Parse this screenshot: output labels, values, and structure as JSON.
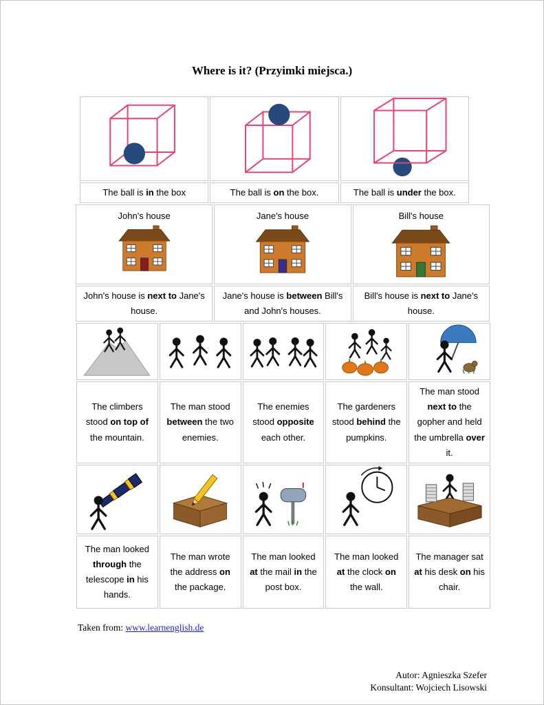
{
  "title": "Where is it? (Przyimki miejsca.)",
  "colors": {
    "cube": "#ee3e6e",
    "ball": "#26497e",
    "wall": "#cd7a2b",
    "roof": "#7a4a1a",
    "door_john": "#8b1a1a",
    "door_jane": "#3a2b8b",
    "door_bill": "#2f7d32",
    "mountain": "#c8c8c8",
    "pumpkin": "#e07818",
    "umbrella": "#3a7abf",
    "pencil": "#f2c522",
    "mailbox": "#93a5bb",
    "grass": "#2e8b2e",
    "link": "#2222cc"
  },
  "rows": [
    {
      "cells": [
        {
          "image": "ball-in-box",
          "caption": [
            {
              "t": "The ball is "
            },
            {
              "t": "in",
              "b": true
            },
            {
              "t": " the box"
            }
          ]
        },
        {
          "image": "ball-on-box",
          "caption": [
            {
              "t": "The ball is "
            },
            {
              "t": "on",
              "b": true
            },
            {
              "t": " the box."
            }
          ]
        },
        {
          "image": "ball-under-box",
          "caption": [
            {
              "t": "The ball is "
            },
            {
              "t": "under",
              "b": true
            },
            {
              "t": " the box."
            }
          ]
        }
      ]
    },
    {
      "cells": [
        {
          "label": "John's house",
          "image": "johns-house",
          "caption": [
            {
              "t": "John's house is "
            },
            {
              "t": "next to",
              "b": true
            },
            {
              "t": " Jane's house."
            }
          ]
        },
        {
          "label": "Jane's house",
          "image": "janes-house",
          "caption": [
            {
              "t": "Jane's house is "
            },
            {
              "t": "between",
              "b": true
            },
            {
              "t": " Bill's and John's houses."
            }
          ]
        },
        {
          "label": "Bill's house",
          "image": "bills-house",
          "caption": [
            {
              "t": "Bill's house is "
            },
            {
              "t": "next to",
              "b": true
            },
            {
              "t": " Jane's house."
            }
          ]
        }
      ]
    },
    {
      "cells": [
        {
          "image": "climbers-mountain",
          "caption": [
            {
              "t": "The climbers stood "
            },
            {
              "t": "on top of",
              "b": true
            },
            {
              "t": " the mountain."
            }
          ]
        },
        {
          "image": "man-between-enemies",
          "caption": [
            {
              "t": "The man stood "
            },
            {
              "t": "between",
              "b": true
            },
            {
              "t": " the two enemies."
            }
          ]
        },
        {
          "image": "enemies-opposite",
          "caption": [
            {
              "t": "The enemies stood "
            },
            {
              "t": "opposite",
              "b": true
            },
            {
              "t": " each other."
            }
          ]
        },
        {
          "image": "gardeners-pumpkins",
          "caption": [
            {
              "t": "The gardeners stood "
            },
            {
              "t": "behind",
              "b": true
            },
            {
              "t": " the pumpkins."
            }
          ]
        },
        {
          "image": "man-umbrella-gopher",
          "caption": [
            {
              "t": "The man stood "
            },
            {
              "t": "next to",
              "b": true
            },
            {
              "t": " the gopher and held the umbrella "
            },
            {
              "t": "over",
              "b": true
            },
            {
              "t": " it."
            }
          ]
        }
      ]
    },
    {
      "cells": [
        {
          "image": "man-telescope",
          "caption": [
            {
              "t": "The man looked "
            },
            {
              "t": "through",
              "b": true
            },
            {
              "t": " the telescope "
            },
            {
              "t": "in",
              "b": true
            },
            {
              "t": " his hands."
            }
          ]
        },
        {
          "image": "pencil-package",
          "caption": [
            {
              "t": "The man wrote the address "
            },
            {
              "t": "on",
              "b": true
            },
            {
              "t": " the package."
            }
          ]
        },
        {
          "image": "man-mailbox",
          "caption": [
            {
              "t": "The man looked "
            },
            {
              "t": "at",
              "b": true
            },
            {
              "t": " the mail "
            },
            {
              "t": "in",
              "b": true
            },
            {
              "t": " the post box."
            }
          ]
        },
        {
          "image": "man-clock",
          "caption": [
            {
              "t": "The man looked "
            },
            {
              "t": "at",
              "b": true
            },
            {
              "t": " the clock "
            },
            {
              "t": "on",
              "b": true
            },
            {
              "t": " the wall."
            }
          ]
        },
        {
          "image": "manager-desk",
          "caption": [
            {
              "t": "The manager sat "
            },
            {
              "t": "at",
              "b": true
            },
            {
              "t": " his desk "
            },
            {
              "t": "on",
              "b": true
            },
            {
              "t": " his chair."
            }
          ]
        }
      ]
    }
  ],
  "footer": {
    "source_prefix": "Taken from: ",
    "source_link": "www.learnenglish.de",
    "author": "Autor: Agnieszka Szefer",
    "consultant": "Konsultant: Wojciech Lisowski"
  }
}
